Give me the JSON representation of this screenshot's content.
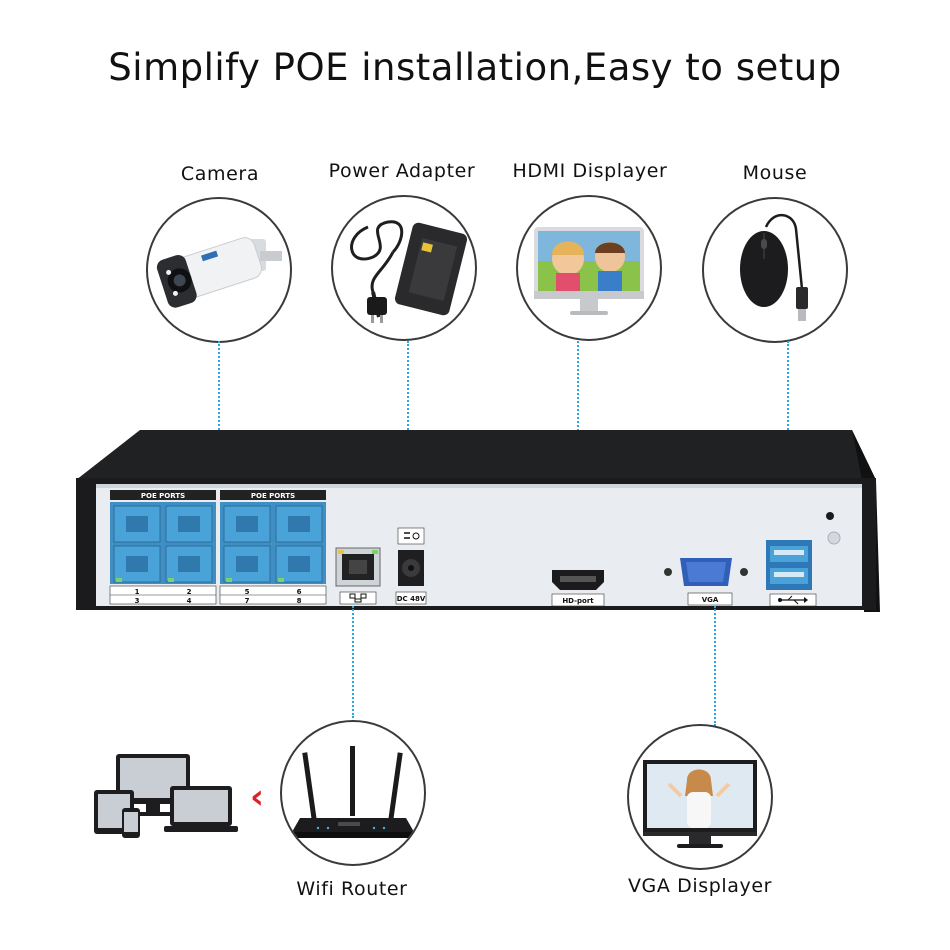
{
  "headline": "Simplify POE installation,Easy to setup",
  "devices": {
    "camera": "Camera",
    "power_adapter": "Power Adapter",
    "hdmi_displayer": "HDMI Displayer",
    "mouse": "Mouse",
    "wifi_router": "Wifi Router",
    "vga_displayer": "VGA Displayer"
  },
  "nvr": {
    "poe_group_left": "POE PORTS",
    "poe_group_right": "POE PORTS",
    "port_numbers_left_top": [
      "1",
      "2"
    ],
    "port_numbers_left_bottom": [
      "3",
      "4"
    ],
    "port_numbers_right_top": [
      "5",
      "6"
    ],
    "port_numbers_right_bottom": [
      "7",
      "8"
    ],
    "dc_label": "DC 48V",
    "hdmi_label": "HD-port",
    "vga_label": "VGA"
  },
  "colors": {
    "poe_port_blue": "#4aa3d8",
    "connector_line": "#29a8e0",
    "nvr_body": "#1d1d1f",
    "back_panel": "#e9edf2",
    "arrow_red": "#d8232a"
  },
  "icons": [
    "camera-icon",
    "power-adapter-icon",
    "monitor-icon",
    "mouse-icon",
    "router-icon",
    "multi-device-icon",
    "usb-icon",
    "lan-icon"
  ]
}
